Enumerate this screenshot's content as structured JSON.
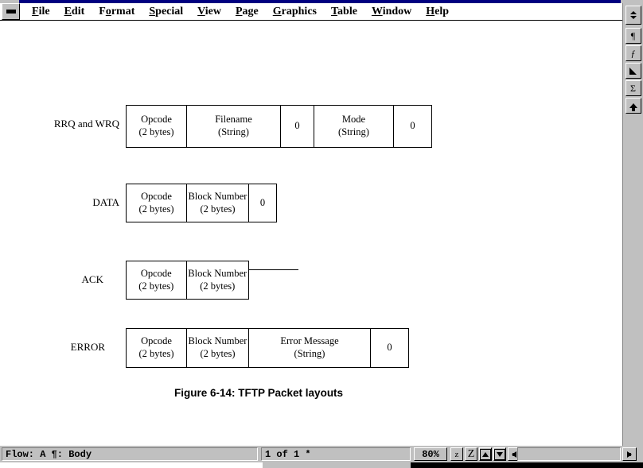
{
  "window": {
    "title": "",
    "sysmenu_icon": "minimize-box-icon"
  },
  "menubar": {
    "items": [
      {
        "label": "File",
        "accel": "F"
      },
      {
        "label": "Edit",
        "accel": "E"
      },
      {
        "label": "Format",
        "accel": "o"
      },
      {
        "label": "Special",
        "accel": "S"
      },
      {
        "label": "View",
        "accel": "V"
      },
      {
        "label": "Page",
        "accel": "P"
      },
      {
        "label": "Graphics",
        "accel": "G"
      },
      {
        "label": "Table",
        "accel": "T"
      },
      {
        "label": "Window",
        "accel": "W"
      },
      {
        "label": "Help",
        "accel": "H"
      }
    ]
  },
  "document": {
    "caption": "Figure 6-14: TFTP Packet layouts",
    "packets": [
      {
        "name": "RRQ and WRQ",
        "fields": [
          {
            "line1": "Opcode",
            "line2": "(2 bytes)"
          },
          {
            "line1": "Filename",
            "line2": "(String)"
          },
          {
            "line1": "0",
            "line2": ""
          },
          {
            "line1": "Mode",
            "line2": "(String)"
          },
          {
            "line1": "0",
            "line2": ""
          }
        ]
      },
      {
        "name": "DATA",
        "fields": [
          {
            "line1": "Opcode",
            "line2": "(2 bytes)"
          },
          {
            "line1": "Block Number",
            "line2": "(2 bytes)"
          },
          {
            "line1": "0",
            "line2": ""
          }
        ]
      },
      {
        "name": "ACK",
        "fields": [
          {
            "line1": "Opcode",
            "line2": "(2 bytes)"
          },
          {
            "line1": "Block Number",
            "line2": "(2 bytes)"
          }
        ]
      },
      {
        "name": "ERROR",
        "fields": [
          {
            "line1": "Opcode",
            "line2": "(2 bytes)"
          },
          {
            "line1": "Block Number",
            "line2": "(2 bytes)"
          },
          {
            "line1": "Error Message",
            "line2": "(String)"
          },
          {
            "line1": "0",
            "line2": ""
          }
        ]
      }
    ]
  },
  "right_toolbar": {
    "buttons": [
      {
        "icon": "pilcrow-icon",
        "label": "¶"
      },
      {
        "icon": "italic-f-icon",
        "label": "ƒ"
      },
      {
        "icon": "triangle-icon",
        "label": ""
      },
      {
        "icon": "sigma-icon",
        "label": "Σ"
      },
      {
        "icon": "arrow-up-icon",
        "label": ""
      }
    ],
    "spinner": {
      "up": "scroll-up-icon",
      "down": "scroll-down-icon"
    }
  },
  "statusbar": {
    "flow": "Flow: A   ¶: Body",
    "page": "1 of 1 *",
    "zoom": "80%",
    "buttons": [
      {
        "icon": "zoom-small-icon",
        "label": "z"
      },
      {
        "icon": "zoom-large-icon",
        "label": "Z"
      },
      {
        "icon": "page-up-icon",
        "label": ""
      },
      {
        "icon": "page-down-icon",
        "label": ""
      },
      {
        "icon": "arrow-left-icon",
        "label": ""
      }
    ]
  },
  "colors": {
    "titlebar": "#000080",
    "chrome": "#c0c0c0",
    "page": "#ffffff",
    "ink": "#000000"
  }
}
